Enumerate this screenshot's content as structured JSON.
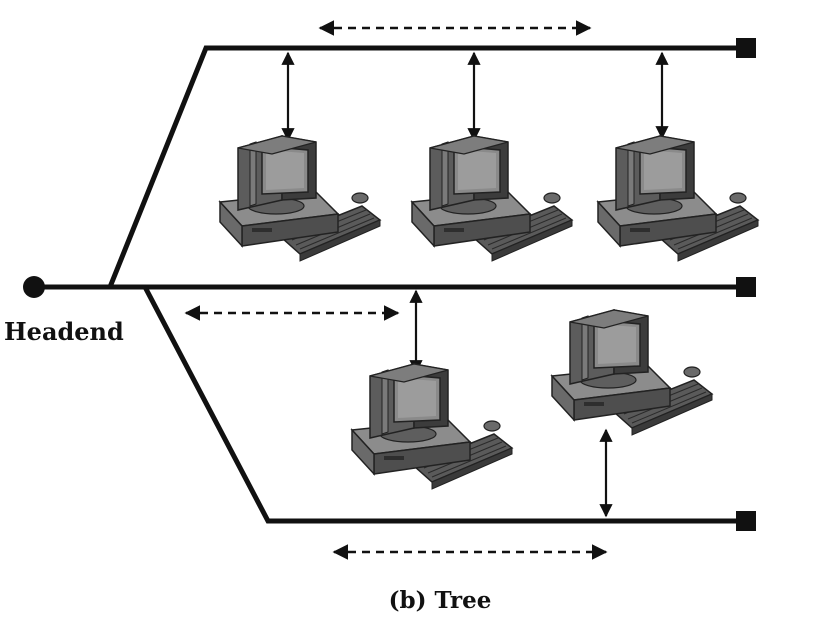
{
  "labels": {
    "headend": "Headend",
    "caption": "(b) Tree"
  },
  "colors": {
    "line": "#111111",
    "computer_dark": "#4a4a4a",
    "computer_mid": "#6e6e6e",
    "computer_light": "#9a9a9a",
    "screen": "#8a8a8a"
  },
  "icons": {
    "station": "desktop-computer-icon",
    "terminator": "terminator-square",
    "headend_node": "headend-dot"
  }
}
